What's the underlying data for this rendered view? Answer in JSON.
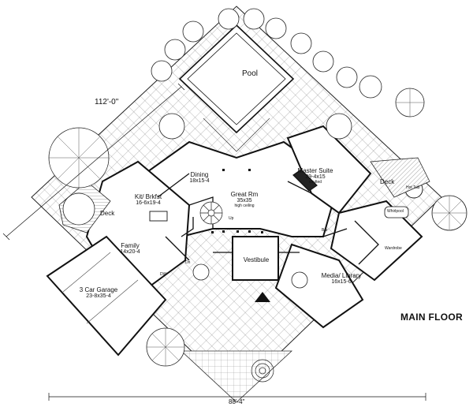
{
  "plan": {
    "title": "MAIN FLOOR",
    "overall_width_dim": "112'-0\"",
    "overall_depth_dim": "88'-4\"",
    "pool_label": "Pool",
    "rooms": {
      "great_rm": {
        "name": "Great Rm",
        "dims": "35x35",
        "note": "high ceiling"
      },
      "dining": {
        "name": "Dining",
        "dims": "18x15-4"
      },
      "master": {
        "name": "Master Suite",
        "dims": "29-4x15",
        "note": "vaulted"
      },
      "kitchen": {
        "name": "Kit/ Brkfst",
        "dims": "16-6x19-4"
      },
      "family": {
        "name": "Family",
        "dims": "14x20-4"
      },
      "garage": {
        "name": "3 Car Garage",
        "dims": "23-8x35-4"
      },
      "vestibule": {
        "name": "Vestibule"
      },
      "media": {
        "name": "Media/ Library",
        "dims": "16x15-6"
      },
      "deck_left": {
        "name": "Deck"
      },
      "deck_right": {
        "name": "Deck"
      }
    },
    "small_labels": {
      "hot_tub": "Hot Tub",
      "whirlpool": "Whirlpool",
      "wardrobe": "Wardrobe",
      "bar": "Bar",
      "dw": "DW",
      "up": "Up",
      "dn": "Dn"
    }
  }
}
